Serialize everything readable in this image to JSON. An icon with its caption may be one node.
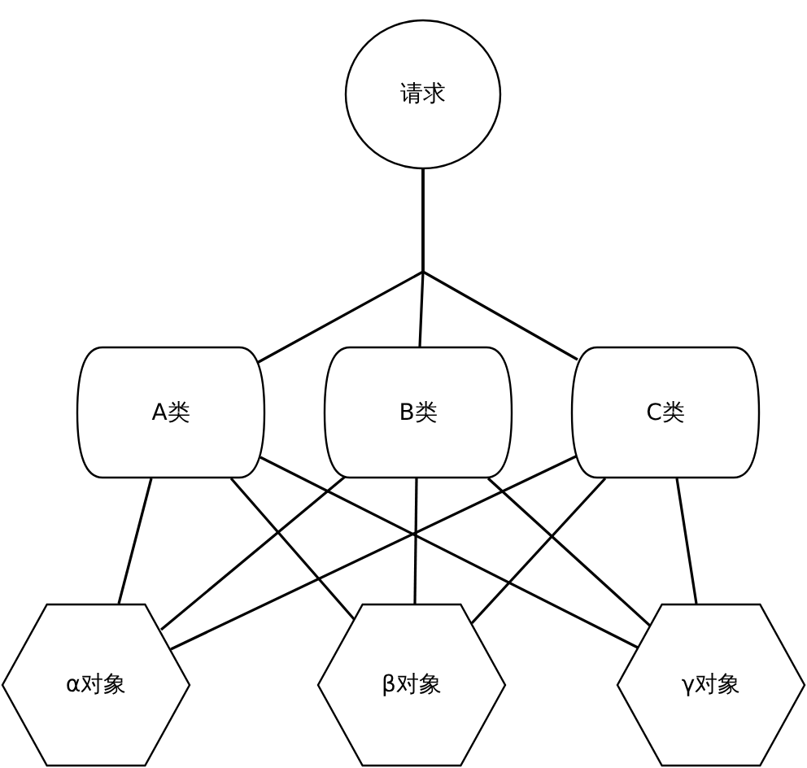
{
  "diagram": {
    "nodes": [
      {
        "text": [
          "请求"
        ]
      },
      {
        "text": [
          "A类"
        ]
      },
      {
        "text": [
          "B类"
        ]
      },
      {
        "text": [
          "C类"
        ]
      },
      {
        "text": [
          "α对象"
        ]
      },
      {
        "text": [
          "β对象"
        ]
      },
      {
        "text": [
          "γ对象"
        ]
      }
    ],
    "edges": [
      {
        "from": 0,
        "to": 1,
        "arrow": "none"
      },
      {
        "from": 0,
        "to": 2,
        "arrow": "none"
      },
      {
        "from": 0,
        "to": 3,
        "arrow": "none"
      },
      {
        "from": 1,
        "to": 4,
        "arrow": "none"
      },
      {
        "from": 1,
        "to": 5,
        "arrow": "none"
      },
      {
        "from": 1,
        "to": 6,
        "arrow": "none"
      },
      {
        "from": 2,
        "to": 4,
        "arrow": "none"
      },
      {
        "from": 2,
        "to": 5,
        "arrow": "none"
      },
      {
        "from": 2,
        "to": 6,
        "arrow": "none"
      },
      {
        "from": 3,
        "to": 4,
        "arrow": "none"
      },
      {
        "from": 3,
        "to": 5,
        "arrow": "none"
      },
      {
        "from": 3,
        "to": 6,
        "arrow": "none"
      }
    ]
  }
}
